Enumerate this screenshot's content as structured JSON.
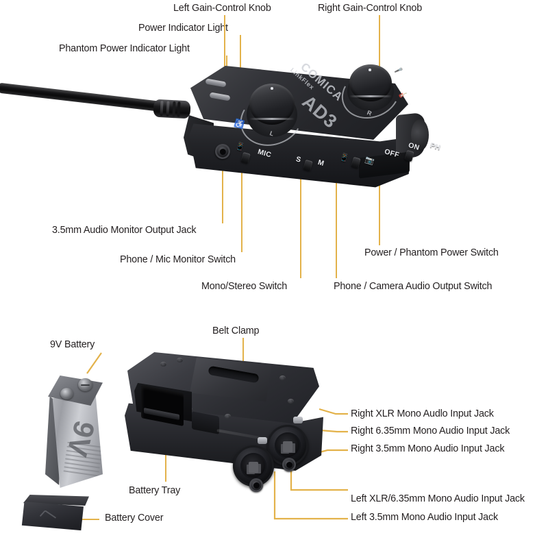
{
  "diagram": {
    "title": "COMICA LinkFlex AD3 audio adapter annotated parts diagram",
    "background_color": "#ffffff",
    "leader_line_color": "#e3b24a",
    "label_text_color": "#231f20"
  },
  "product": {
    "brand": "COMICA",
    "series": "LinkFlex",
    "model": "AD3"
  },
  "top_view": {
    "labels": [
      {
        "id": "left-gain-knob",
        "text": "Left Gain-Control Knob"
      },
      {
        "id": "right-gain-knob",
        "text": "Right Gain-Control Knob"
      },
      {
        "id": "power-indicator",
        "text": "Power Indicator Light"
      },
      {
        "id": "phantom-indicator",
        "text": "Phantom Power Indicator Light"
      },
      {
        "id": "monitor-output-jack",
        "text": "3.5mm Audio Monitor Output Jack"
      },
      {
        "id": "phone-mic-switch",
        "text": "Phone / Mic Monitor Switch"
      },
      {
        "id": "mono-stereo-switch",
        "text": "Mono/Stereo Switch"
      },
      {
        "id": "phone-camera-switch",
        "text": "Phone / Camera Audio Output Switch"
      },
      {
        "id": "power-phantom-switch",
        "text": "Power / Phantom Power Switch"
      }
    ],
    "silkscreen": {
      "left_channel": "L",
      "right_channel": "R",
      "headphone_icon": "headphone-icon",
      "mic_icon": "mic-icon",
      "guitar_icon": "guitar-icon",
      "mic_label": "MIC",
      "stereo_label": "S",
      "mono_label": "M",
      "off_label": "OFF",
      "on_label": "ON",
      "phantom_label": "PH",
      "phone_icon": "phone-icon",
      "camera_icon": "camera-icon"
    }
  },
  "bottom_view": {
    "labels": [
      {
        "id": "battery-9v",
        "text": "9V Battery"
      },
      {
        "id": "belt-clamp",
        "text": "Belt Clamp"
      },
      {
        "id": "battery-tray",
        "text": "Battery Tray"
      },
      {
        "id": "battery-cover",
        "text": "Battery Cover"
      },
      {
        "id": "right-xlr",
        "text": "Right XLR Mono Audlo Input Jack"
      },
      {
        "id": "right-635",
        "text": "Right  6.35mm Mono Audio Input  Jack"
      },
      {
        "id": "right-35",
        "text": "Right 3.5mm Mono Audio Input Jack"
      },
      {
        "id": "left-xlr-635",
        "text": "Left XLR/6.35mm Mono Audio Input Jack"
      },
      {
        "id": "left-35",
        "text": "Left 3.5mm Mono Audio Input Jack"
      }
    ],
    "battery_marking": "9V"
  }
}
